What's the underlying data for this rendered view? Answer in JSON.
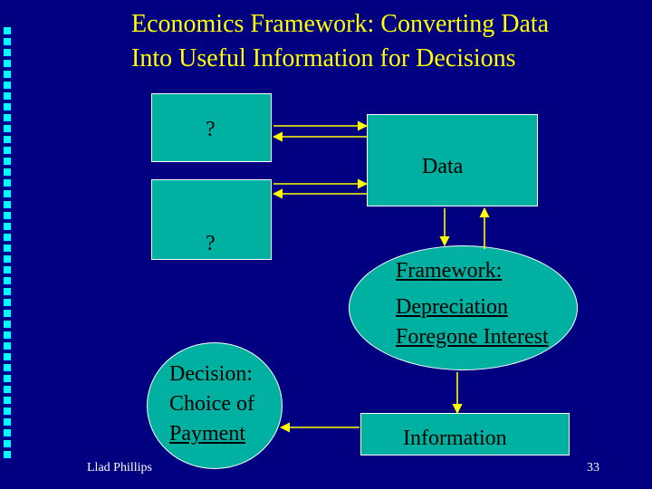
{
  "title": {
    "line1": "Economics Framework: Converting Data",
    "line2": "Into Useful Information for Decisions"
  },
  "diagram": {
    "box_top_left": "?",
    "box_mid_left": "?",
    "box_data": "Data",
    "framework": {
      "line1": "Framework:",
      "line2": "Depreciation",
      "line3": "Foregone Interest"
    },
    "decision": {
      "line1": "Decision:",
      "line2": "Choice of",
      "line3": "Payment"
    },
    "box_information": "Information"
  },
  "footer": {
    "author": "Llad Phillips",
    "page_number": "33"
  },
  "colors": {
    "background": "#000080",
    "title": "#ffff00",
    "box_fill": "#00b0a0",
    "arrow": "#ffff00",
    "bullet_squares": "#00ffff"
  }
}
